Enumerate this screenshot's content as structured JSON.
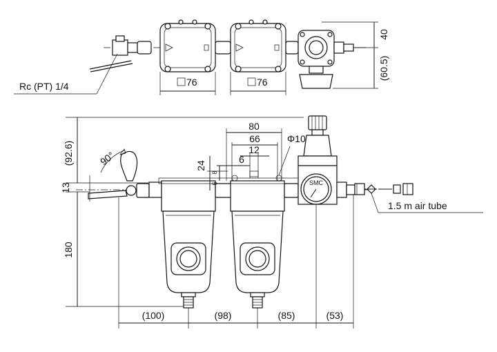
{
  "labels": {
    "port_size": "Rc (PT) 1/4",
    "top_width_left": "76",
    "top_width_right": "76",
    "dim_40": "40",
    "dim_60_5": "(60.5)",
    "dim_80": "80",
    "dim_66": "66",
    "dim_12": "12",
    "dim_6": "6",
    "dim_24": "24",
    "dim_8": "8",
    "dim_6b": "6",
    "phi_10": "Φ10",
    "angle_90": "90°",
    "dim_92_6": "(92.6)",
    "dim_13": "13",
    "dim_180": "180",
    "dim_100": "(100)",
    "dim_98": "(98)",
    "dim_85": "(85)",
    "dim_53": "(53)",
    "air_tube": "1.5 m air tube",
    "gauge_logo": "SMC"
  }
}
